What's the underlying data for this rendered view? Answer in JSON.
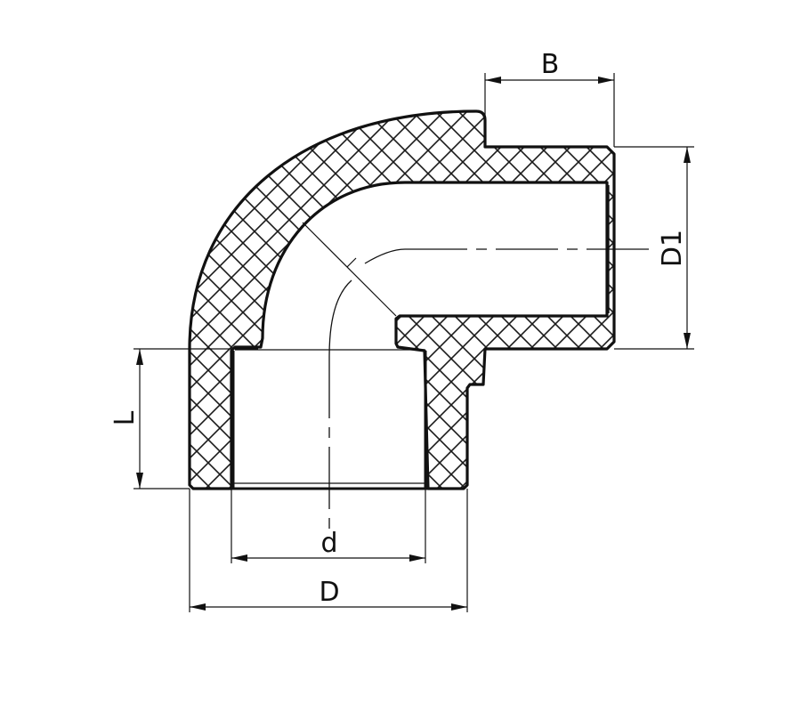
{
  "diagram": {
    "title": "90-degree elbow fitting, cross-section",
    "colors": {
      "line": "#111111",
      "background": "#ffffff",
      "hatch": "#1a1a1a"
    },
    "dimensions": {
      "B": "B",
      "D1": "D1",
      "L": "L",
      "d": "d",
      "D": "D"
    }
  }
}
